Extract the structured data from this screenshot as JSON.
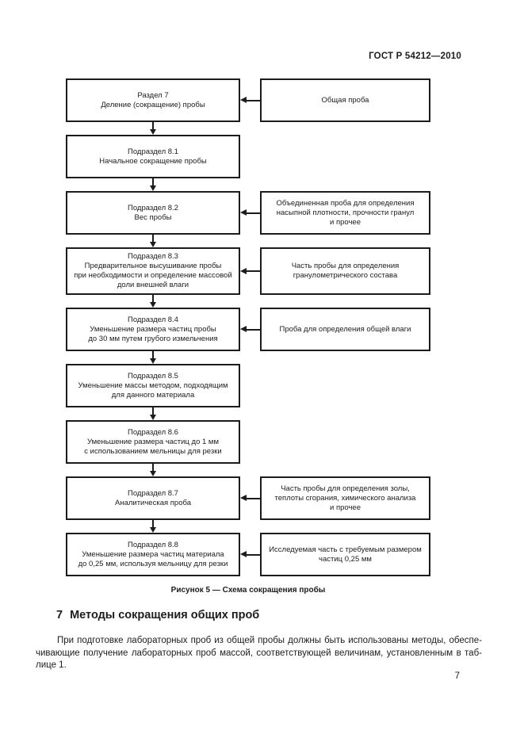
{
  "page": {
    "header": "ГОСТ Р 54212—2010",
    "page_number": "7"
  },
  "figure": {
    "caption": "Рисунок 5 — Схема сокращения пробы",
    "rows": [
      {
        "left": [
          "Раздел 7",
          "Деление (сокращение) пробы"
        ],
        "right": [
          "Общая проба"
        ]
      },
      {
        "left": [
          "Подраздел 8.1",
          "Начальное сокращение пробы"
        ],
        "right": null
      },
      {
        "left": [
          "Подраздел 8.2",
          "Вес пробы"
        ],
        "right": [
          "Объединенная проба для определения",
          "насыпной плотности, прочности гранул",
          "и прочее"
        ]
      },
      {
        "left": [
          "Подраздел 8.3",
          "Предварительное высушивание пробы",
          "при необходимости и определение массовой",
          "доли внешней влаги"
        ],
        "right": [
          "Часть пробы для определения",
          "гранулометрического состава"
        ]
      },
      {
        "left": [
          "Подраздел 8.4",
          "Уменьшение размера частиц пробы",
          "до 30 мм путем грубого измельчения"
        ],
        "right": [
          "Проба для определения общей влаги"
        ]
      },
      {
        "left": [
          "Подраздел 8.5",
          "Уменьшение массы методом, подходящим",
          "для данного материала"
        ],
        "right": null
      },
      {
        "left": [
          "Подраздел 8.6",
          "Уменьшение размера частиц до 1 мм",
          "с использованием мельницы для резки"
        ],
        "right": null
      },
      {
        "left": [
          "Подраздел 8.7",
          "Аналитическая проба"
        ],
        "right": [
          "Часть пробы для определения золы,",
          "теплоты сгорания, химического анализа",
          "и прочее"
        ]
      },
      {
        "left": [
          "Подраздел 8.8",
          "Уменьшение размера частиц материала",
          "до 0,25 мм, используя мельницу для резки"
        ],
        "right": [
          "Исследуемая часть с требуемым размером",
          "частиц 0,25 мм"
        ]
      }
    ]
  },
  "section": {
    "heading_number": "7",
    "heading_text": "Методы сокращения общих проб",
    "paragraph_lines": [
      "При подготовке лабораторных проб из общей пробы должны быть использованы методы, обеспе-",
      "чивающие получение лабораторных проб массой, соответствующей величинам, установленным в таб-",
      "лице 1."
    ]
  },
  "colors": {
    "ink": "#1c1c1c",
    "paper": "#ffffff"
  }
}
